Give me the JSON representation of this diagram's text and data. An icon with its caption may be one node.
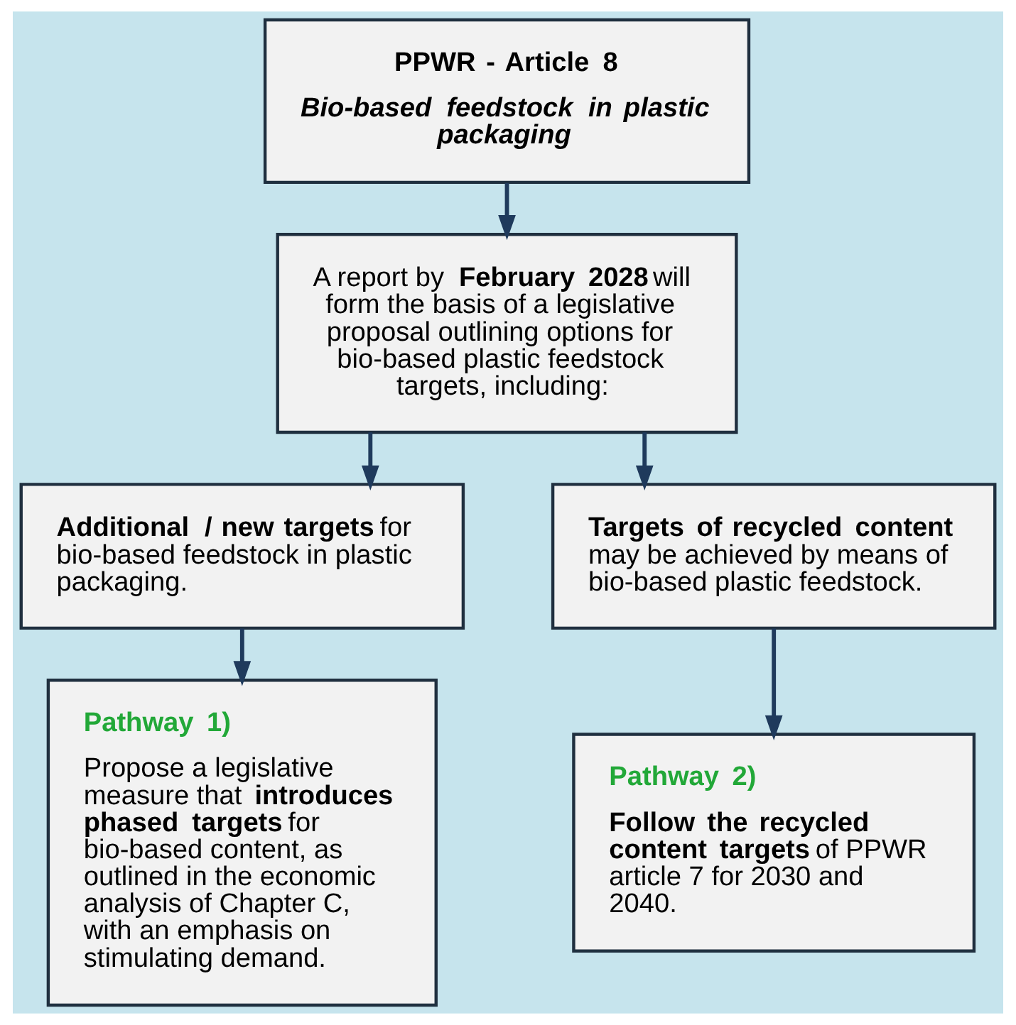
{
  "diagram": {
    "nodes": [
      {
        "text": [
          "PPWR - Article 8",
          "Bio-based feedstock in plastic packaging"
        ]
      },
      {
        "text": [
          "A report by **February 2028** will form the basis of a legislative proposal outlining options for bio-based plastic feedstock targets, including:"
        ]
      },
      {
        "text": [
          "**Additional / new targets** for bio-based feedstock in plastic packaging."
        ]
      },
      {
        "text": [
          "**Targets of recycled content** may be achieved by means of bio-based plastic feedstock."
        ]
      },
      {
        "text": [
          "Pathway 1)",
          "Propose a legislative measure that **introduces phased targets** for bio-based content, as outlined in the economic analysis of Chapter C, with an emphasis on stimulating demand."
        ]
      },
      {
        "text": [
          "Pathway 2)",
          "**Follow the recycled content targets** of PPWR article 7 for 2030 and 2040."
        ]
      }
    ],
    "edges": [
      {
        "from": 0,
        "to": 1,
        "arrow": "to"
      },
      {
        "from": 1,
        "to": 2,
        "arrow": "to"
      },
      {
        "from": 1,
        "to": 3,
        "arrow": "to"
      },
      {
        "from": 2,
        "to": 4,
        "arrow": "to"
      },
      {
        "from": 3,
        "to": 5,
        "arrow": "to"
      }
    ]
  }
}
